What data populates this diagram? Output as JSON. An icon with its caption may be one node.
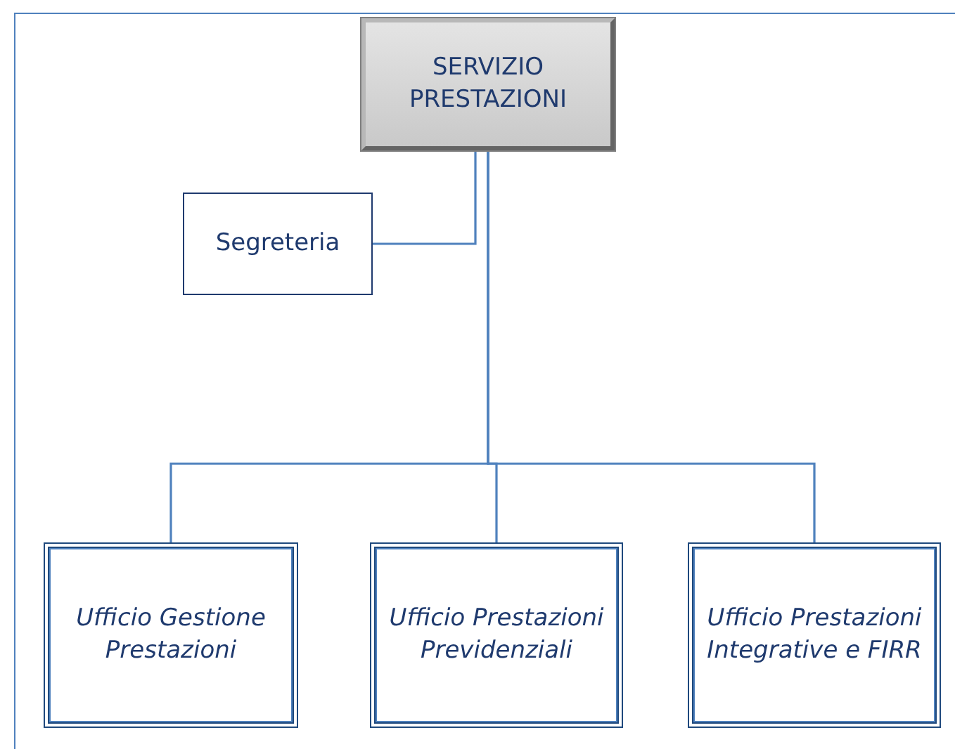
{
  "diagram": {
    "nodes": [
      {
        "text": [
          "SERVIZIO PRESTAZIONI"
        ]
      },
      {
        "text": [
          "Segreteria"
        ]
      },
      {
        "text": [
          "Ufficio Gestione Prestazioni"
        ]
      },
      {
        "text": [
          "Ufficio Prestazioni Previdenziali"
        ]
      },
      {
        "text": [
          "Ufficio Prestazioni Integrative e FIRR"
        ]
      }
    ],
    "edges": [
      {
        "from": 0,
        "to": 1,
        "arrow": "none"
      },
      {
        "from": 0,
        "to": 2,
        "arrow": "none"
      },
      {
        "from": 0,
        "to": 3,
        "arrow": "none"
      },
      {
        "from": 0,
        "to": 4,
        "arrow": "none"
      }
    ]
  }
}
